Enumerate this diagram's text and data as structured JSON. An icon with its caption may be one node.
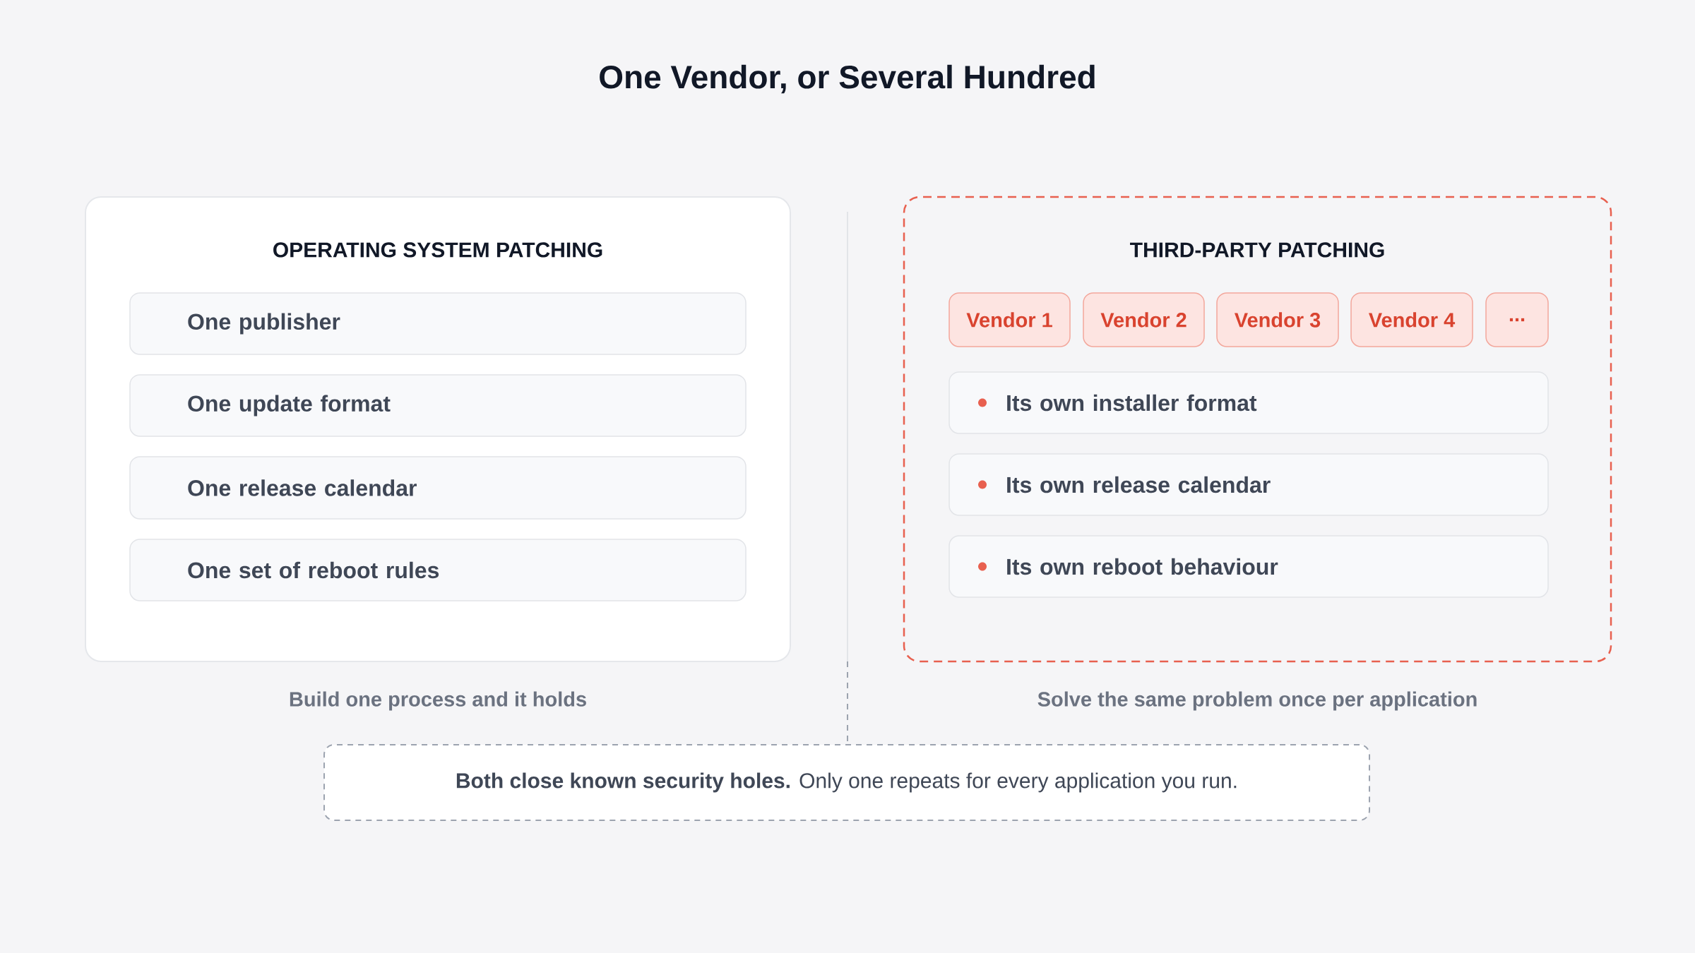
{
  "diagram": {
    "title": "One Vendor, or Several Hundred",
    "nodes": [
      {
        "text": [
          "OPERATING SYSTEM PATCHING"
        ],
        "beside": [
          "Build one process and it holds"
        ]
      },
      {
        "text": [
          "One publisher"
        ],
        "in": 0
      },
      {
        "text": [
          "One update format"
        ],
        "in": 0
      },
      {
        "text": [
          "One release calendar"
        ],
        "in": 0
      },
      {
        "text": [
          "One set of reboot rules"
        ],
        "in": 0
      },
      {
        "text": [
          "THIRD-PARTY PATCHING"
        ],
        "beside": [
          "Solve the same problem once per application"
        ]
      },
      {
        "text": [
          "Vendor 1"
        ],
        "in": 5
      },
      {
        "text": [
          "Vendor 2"
        ],
        "in": 5
      },
      {
        "text": [
          "Vendor 3"
        ],
        "in": 5
      },
      {
        "text": [
          "Vendor 4"
        ],
        "in": 5
      },
      {
        "text": [
          "..."
        ],
        "in": 5
      },
      {
        "text": [
          "Its own installer format"
        ],
        "in": 5
      },
      {
        "text": [
          "Its own release calendar"
        ],
        "in": 5
      },
      {
        "text": [
          "Its own reboot behaviour"
        ],
        "in": 5
      },
      {
        "text": [
          "**Both close known security holes.** Only one repeats for every application you run."
        ]
      }
    ]
  }
}
